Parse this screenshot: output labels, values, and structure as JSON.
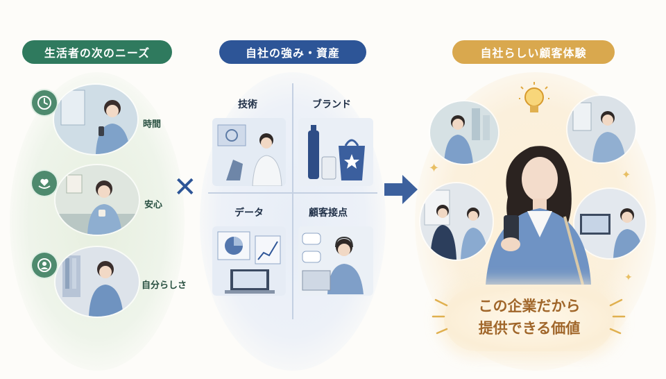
{
  "sections": {
    "needs": {
      "title": "生活者の次のニーズ",
      "color": "#2f7a5e"
    },
    "assets": {
      "title": "自社の強み・資産",
      "color": "#2d5597"
    },
    "experience": {
      "title": "自社らしい顧客体験",
      "color": "#d9a84e"
    }
  },
  "needs": [
    {
      "label": "時間",
      "icon": "clock-icon"
    },
    {
      "label": "安心",
      "icon": "heart-hand-icon"
    },
    {
      "label": "自分らしさ",
      "icon": "person-icon"
    }
  ],
  "assets": [
    {
      "label": "技術"
    },
    {
      "label": "ブランド"
    },
    {
      "label": "データ"
    },
    {
      "label": "顧客接点"
    }
  ],
  "operators": {
    "multiply": "✕",
    "arrow": "arrow-right-icon"
  },
  "value": {
    "line1": "この企業だから",
    "line2": "提供できる価値"
  },
  "colors": {
    "green": "#2f7a5e",
    "blue": "#2d5597",
    "gold": "#d9a84e",
    "text_gold": "#a0662a"
  }
}
